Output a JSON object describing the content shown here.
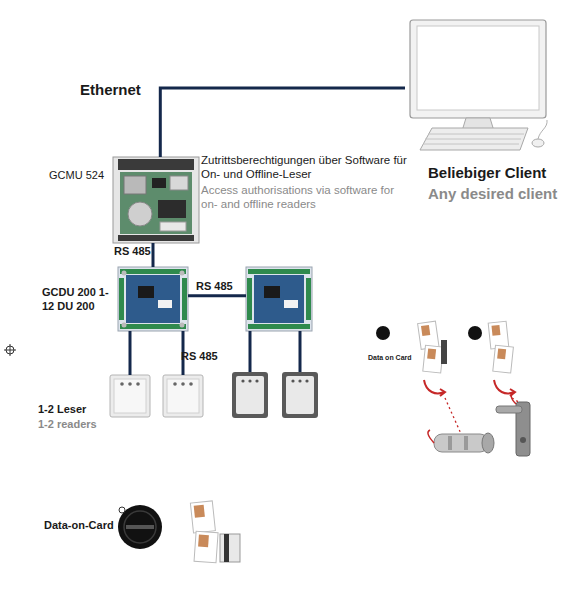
{
  "diagram": {
    "nodes": [
      {
        "text": [
          "Beliebiger Client",
          "Any desired client"
        ]
      },
      {
        "text": [
          "GCMU 524",
          "Zutrittsberechtigungen über Software für On- und Offline-Leser",
          "Access authorisations via software for on- and offline readers"
        ]
      },
      {
        "text": [
          "GCDU 200 1-12 DU 200"
        ]
      },
      {
        "text": []
      },
      {
        "text": [
          "1-2 Leser",
          "1-2 readers"
        ]
      },
      {
        "text": []
      },
      {
        "text": []
      },
      {
        "text": []
      }
    ],
    "edges": [
      {
        "from": 1,
        "to": 0,
        "label": "Ethernet",
        "arrow": "none"
      },
      {
        "from": 1,
        "to": 2,
        "label": "RS 485",
        "arrow": "none"
      },
      {
        "from": 2,
        "to": 3,
        "label": "RS 485",
        "arrow": "none"
      },
      {
        "from": 2,
        "to": 4,
        "arrow": "none"
      },
      {
        "from": 2,
        "to": 5,
        "label": "RS 485",
        "arrow": "none"
      },
      {
        "from": 3,
        "to": 6,
        "arrow": "none"
      },
      {
        "from": 3,
        "to": 7,
        "arrow": "none"
      }
    ],
    "labels": [
      "Data on Card",
      "Data-on-Card"
    ]
  }
}
